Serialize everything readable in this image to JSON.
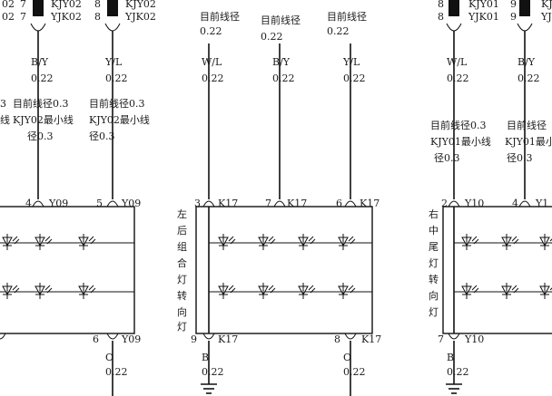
{
  "top_labels": [
    "02",
    "7",
    "KJY02",
    "02",
    "7",
    "YJK02",
    "8",
    "KJY02",
    "8",
    "YJK02",
    "8",
    "KJY01",
    "9",
    "KJ",
    "8",
    "YJK01",
    "9",
    "YJ"
  ],
  "spec_top": [
    [
      "目前线径",
      "0.22"
    ],
    [
      "目前线径",
      "0.22"
    ],
    [
      "目前线径",
      "0.22"
    ]
  ],
  "wires": [
    {
      "code": "B/Y",
      "size": "0.22"
    },
    {
      "code": "Y/L",
      "size": "0.22"
    },
    {
      "code": "W/L",
      "size": "0.22"
    },
    {
      "code": "B/Y",
      "size": "0.22"
    },
    {
      "code": "Y/L",
      "size": "0.22"
    },
    {
      "code": "W/L",
      "size": "0.22"
    },
    {
      "code": "B/Y",
      "size": "0.22"
    }
  ],
  "spec_left": [
    [
      "3",
      "线"
    ],
    [
      "目前线径0.3",
      "KJY02最小线",
      "径0.3"
    ],
    [
      "目前线径0.3",
      "KJY02最小线",
      "径0.3"
    ]
  ],
  "spec_right": [
    [
      "目前线径0.3",
      "KJY01最小线",
      "径0.3"
    ],
    [
      "目前线径",
      "KJY01最小",
      "径0.3"
    ]
  ],
  "pins": [
    {
      "num": "4",
      "conn": "Y09"
    },
    {
      "num": "5",
      "conn": "Y09"
    },
    {
      "num": "3",
      "conn": "K17"
    },
    {
      "num": "7",
      "conn": "K17"
    },
    {
      "num": "6",
      "conn": "K17"
    },
    {
      "num": "2",
      "conn": "Y10"
    },
    {
      "num": "4",
      "conn": "Y1"
    }
  ],
  "components": [
    {
      "name": "左后组合灯转向灯",
      "chars": [
        "左",
        "后",
        "组",
        "合",
        "灯",
        "转",
        "向",
        "灯"
      ]
    },
    {
      "name": "右中尾灯转向灯",
      "chars": [
        "右",
        "中",
        "尾",
        "灯",
        "转",
        "向",
        "灯"
      ]
    }
  ],
  "bottom_pins": [
    {
      "num": "6",
      "conn": "Y09"
    },
    {
      "num": "9",
      "conn": "K17"
    },
    {
      "num": "8",
      "conn": "K17"
    },
    {
      "num": "7",
      "conn": "Y10"
    }
  ],
  "bottom_wires": [
    {
      "code": "O",
      "size": "0.22"
    },
    {
      "code": "B",
      "size": "0.22"
    },
    {
      "code": "O",
      "size": "0.22"
    },
    {
      "code": "B",
      "size": "0.22"
    }
  ]
}
